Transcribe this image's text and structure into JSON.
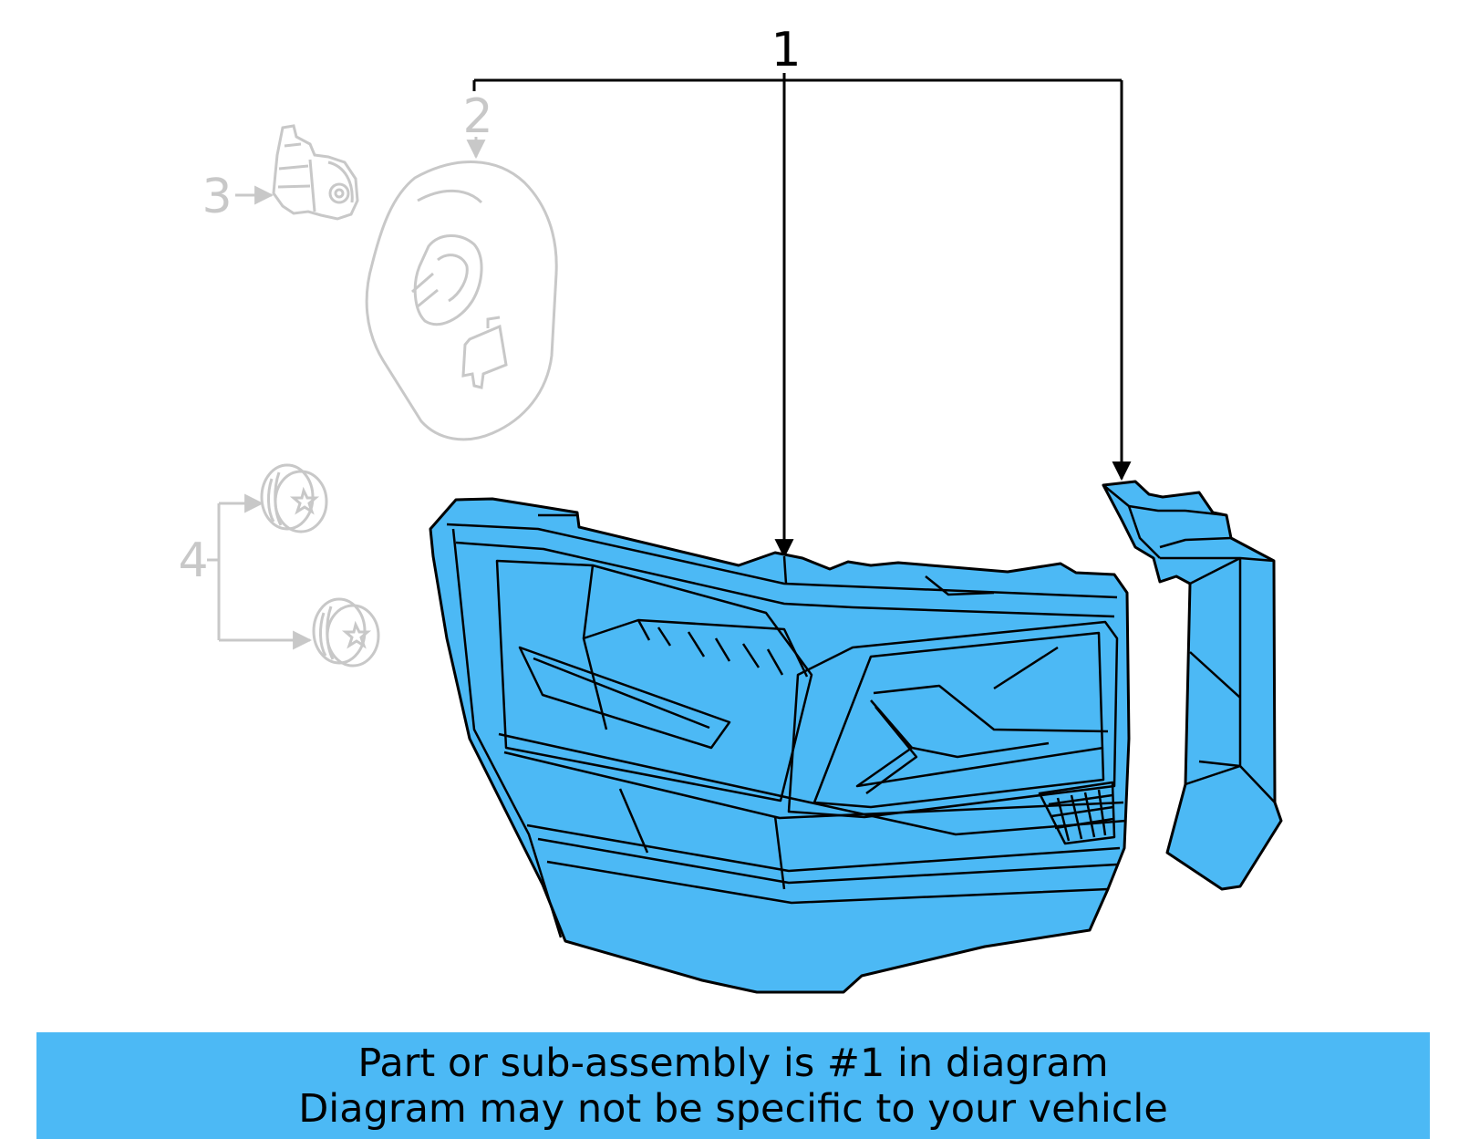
{
  "callouts": {
    "part_1": "1",
    "part_2": "2",
    "part_3": "3",
    "part_4": "4"
  },
  "caption": {
    "line1": "Part or sub-assembly is #1 in diagram",
    "line2": "Diagram may not be specific to your vehicle"
  },
  "colors": {
    "highlight": "#4cb9f5",
    "outline": "#000000",
    "ghost": "#c8c8c8",
    "caption_bg": "#4cb9f5"
  }
}
